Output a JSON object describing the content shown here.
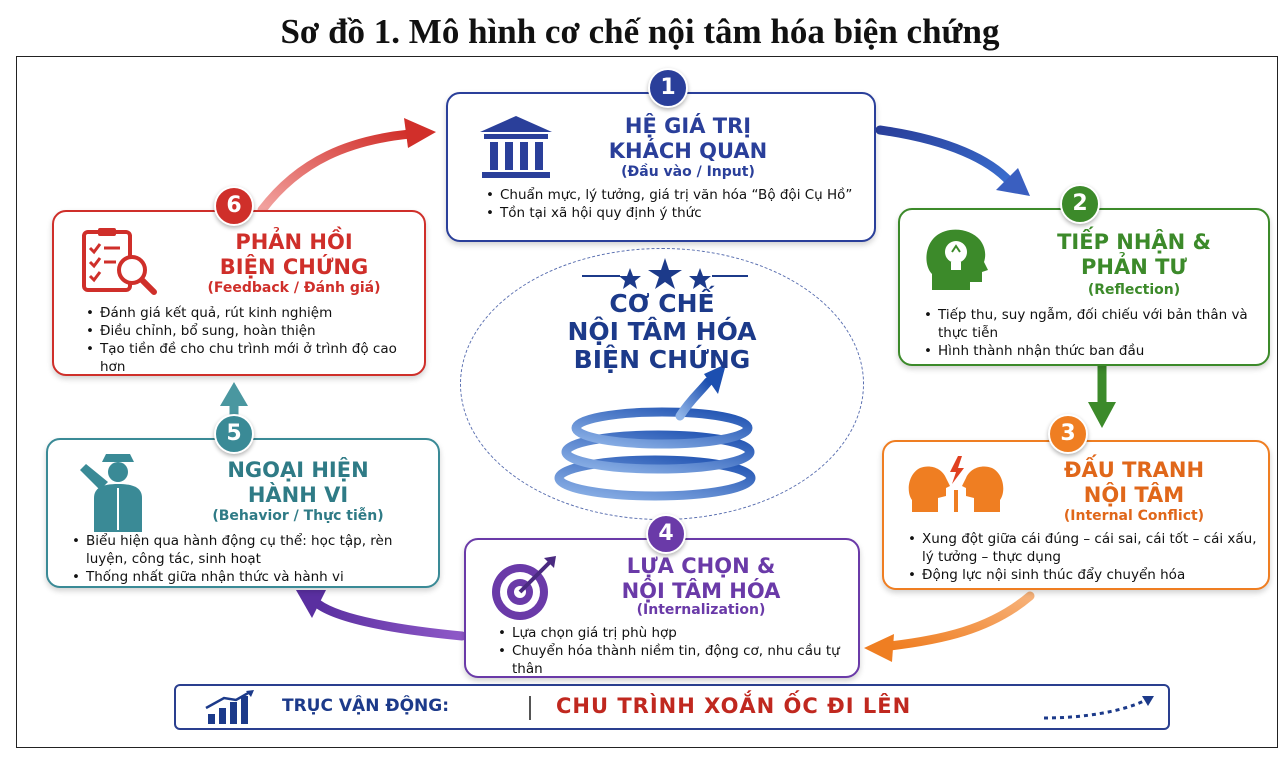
{
  "title": "Sơ đồ 1. Mô hình cơ chế nội tâm hóa biện chứng",
  "center": {
    "title_lines": [
      "CƠ CHẾ",
      "NỘI TÂM HÓA",
      "BIỆN CHỨNG"
    ]
  },
  "colors": {
    "blue": "#2a3f9a",
    "green": "#3c8a2a",
    "orange": "#ef7e22",
    "purple": "#6a3aa8",
    "teal": "#3a8a96",
    "red": "#cf2f2a"
  },
  "steps": [
    {
      "number": "1",
      "color": "blue",
      "icon": "institution-icon",
      "title_lines": [
        "HỆ GIÁ TRỊ",
        "KHÁCH QUAN"
      ],
      "subtitle": "(Đầu vào / Input)",
      "bullets": [
        "Chuẩn mực, lý tưởng, giá trị văn hóa “Bộ đội Cụ Hồ”",
        "Tồn tại xã hội quy định ý thức"
      ]
    },
    {
      "number": "2",
      "color": "green",
      "icon": "head-lightbulb-icon",
      "title_lines": [
        "TIẾP NHẬN &",
        "PHẢN TƯ"
      ],
      "subtitle": "(Reflection)",
      "bullets": [
        "Tiếp thu, suy ngẫm, đối chiếu với bản thân và thực tiễn",
        "Hình thành nhận thức ban đầu"
      ]
    },
    {
      "number": "3",
      "color": "orange",
      "icon": "conflict-heads-icon",
      "title_lines": [
        "ĐẤU TRANH",
        "NỘI TÂM"
      ],
      "subtitle": "(Internal Conflict)",
      "bullets": [
        "Xung đột giữa cái đúng – cái sai, cái tốt – cái xấu, lý tưởng – thực dụng",
        "Động lực nội sinh thúc đẩy chuyển hóa"
      ]
    },
    {
      "number": "4",
      "color": "purple",
      "icon": "target-icon",
      "title_lines": [
        "LỰA CHỌN &",
        "NỘI TÂM HÓA"
      ],
      "subtitle": "(Internalization)",
      "bullets": [
        "Lựa chọn giá trị phù hợp",
        "Chuyển hóa thành niềm tin, động cơ, nhu cầu tự thân"
      ]
    },
    {
      "number": "5",
      "color": "teal",
      "icon": "saluting-soldier-icon",
      "title_lines": [
        "NGOẠI HIỆN",
        "HÀNH VI"
      ],
      "subtitle": "(Behavior / Thực tiễn)",
      "bullets": [
        "Biểu hiện qua hành động cụ thể: học tập, rèn luyện, công tác, sinh hoạt",
        "Thống nhất giữa nhận thức và hành vi"
      ]
    },
    {
      "number": "6",
      "color": "red",
      "icon": "checklist-magnifier-icon",
      "title_lines": [
        "PHẢN HỒI",
        "BIỆN CHỨNG"
      ],
      "subtitle": "(Feedback / Đánh giá)",
      "bullets": [
        "Đánh giá kết quả, rút kinh nghiệm",
        "Điều chỉnh, bổ sung, hoàn thiện",
        "Tạo tiền đề cho chu trình mới ở trình độ cao hơn"
      ]
    }
  ],
  "axis": {
    "icon": "rising-bars-icon",
    "label": "TRỤC VẬN ĐỘNG:",
    "value": "CHU TRÌNH XOẮN ỐC ĐI LÊN"
  }
}
